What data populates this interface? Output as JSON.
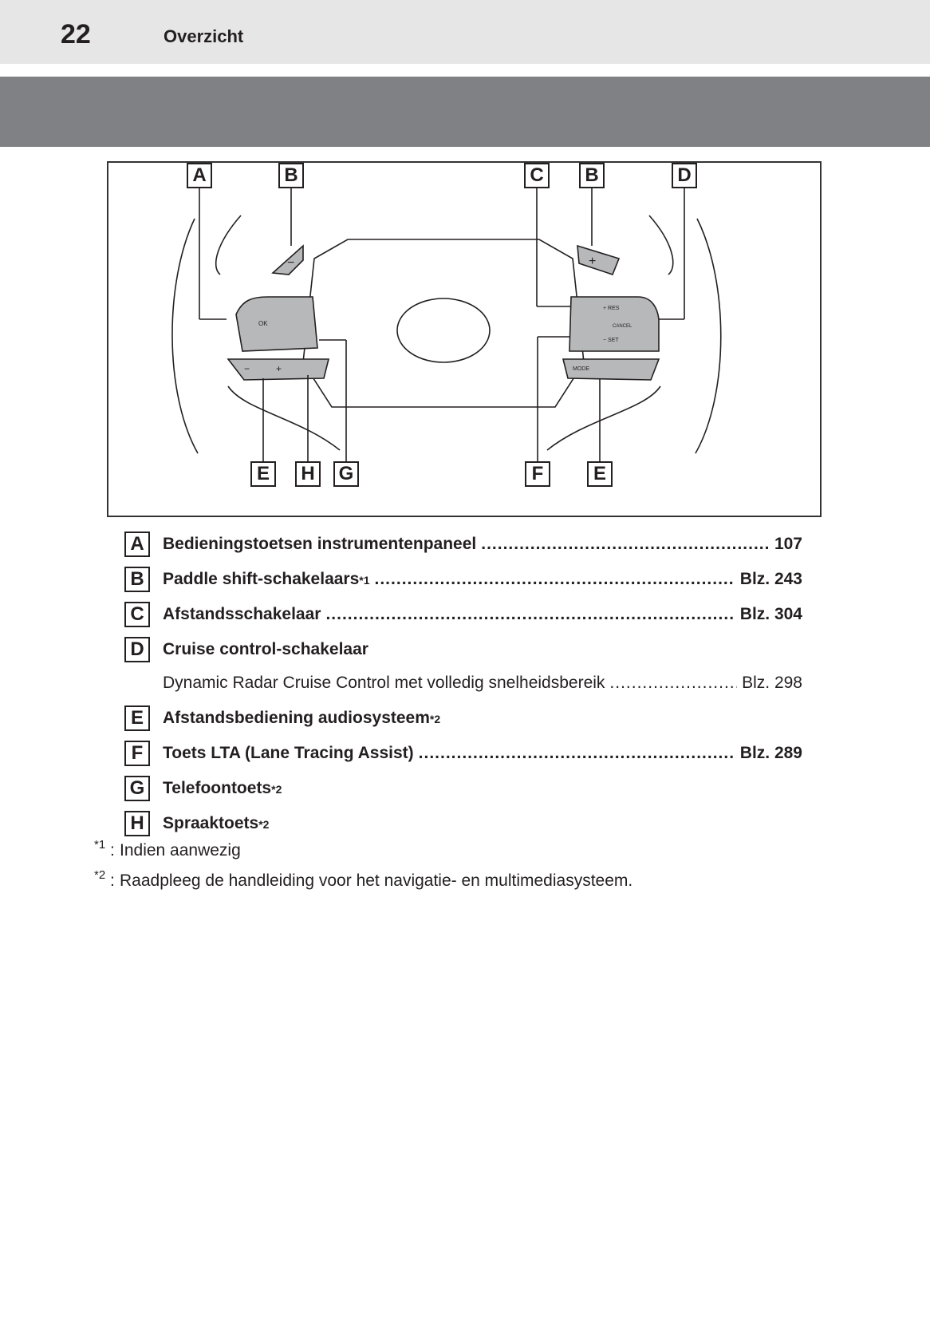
{
  "header": {
    "page_number": "22",
    "section_title": "Overzicht"
  },
  "figure": {
    "callouts_top": [
      "A",
      "B",
      "C",
      "B",
      "D"
    ],
    "callouts_bottom": [
      "E",
      "H",
      "G",
      "F",
      "E"
    ],
    "labels": {
      "ok": "OK",
      "res": "+ RES",
      "cancel": "CANCEL",
      "set": "− SET",
      "mode": "MODE",
      "minus": "−",
      "plus": "+",
      "vol_minus": "−",
      "vol_plus": "+"
    }
  },
  "items": [
    {
      "letter": "A",
      "title": "Bedieningstoetsen instrumentenpaneel",
      "sup": "",
      "page": "107"
    },
    {
      "letter": "B",
      "title": "Paddle shift-schakelaars",
      "sup": "*1",
      "page": "Blz. 243"
    },
    {
      "letter": "C",
      "title": "Afstandsschakelaar",
      "sup": "",
      "page": "Blz. 304"
    },
    {
      "letter": "D",
      "title": "Cruise control-schakelaar",
      "sup": "",
      "page": ""
    },
    {
      "letter": "",
      "title": "Dynamic Radar Cruise Control met volledig snelheidsbereik",
      "sup": "",
      "page": "Blz. 298"
    },
    {
      "letter": "E",
      "title": "Afstandsbediening audiosysteem",
      "sup": "*2",
      "page": ""
    },
    {
      "letter": "F",
      "title": "Toets LTA (Lane Tracing Assist)",
      "sup": "",
      "page": "Blz. 289"
    },
    {
      "letter": "G",
      "title": "Telefoontoets",
      "sup": "*2",
      "page": ""
    },
    {
      "letter": "H",
      "title": "Spraaktoets",
      "sup": "*2",
      "page": ""
    }
  ],
  "notes": [
    {
      "mark": "*1",
      "text": "Indien aanwezig"
    },
    {
      "mark": "*2",
      "text": "Raadpleeg de handleiding voor het navigatie- en multimediasysteem."
    }
  ]
}
